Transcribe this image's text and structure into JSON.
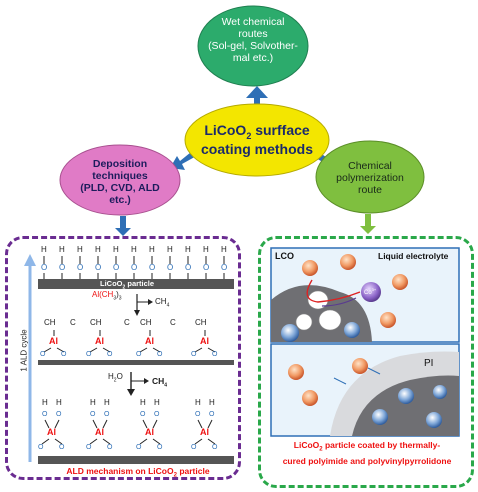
{
  "center": {
    "line1": "LiCoO",
    "sub": "2",
    "line1b": " surfface",
    "line2": "coating methods"
  },
  "wet": {
    "line1": "Wet chemical",
    "line2": "routes",
    "line3": "(Sol-gel, Solvother-",
    "line4": "mal etc.)"
  },
  "deposition": {
    "line1": "Deposition",
    "line2": "techniques",
    "line3": "(PLD, CVD, ALD",
    "line4": "etc.)"
  },
  "chemical": {
    "line1": "Chemical",
    "line2": "polymerization",
    "line3": "route"
  },
  "ald": {
    "particle_label": "LiCoO",
    "particle_sub": "2",
    "particle_suffix": " particle",
    "reagent": "Al(CH",
    "reagent_sub": "3",
    "reagent_suffix": ")",
    "reagent_sub2": "3",
    "ch4": "CH",
    "ch4_sub": "4",
    "h2o": "H",
    "h2o_sub": "2",
    "h2o_suffix": "O",
    "ch4b": "CH",
    "ch4b_sub": "4",
    "cycle_label": "1 ALD cycle",
    "caption": "ALD mechanism on LiCoO",
    "caption_sub": "2",
    "caption_suffix": " particle",
    "atom_h": "H",
    "atom_o": "O",
    "atom_al": "Al",
    "methyl": "CH",
    "methyl_sub": "3",
    "methyl_pair": "CH",
    "methyl_pair_sub": "3",
    "methyl_pair_h": " H",
    "methyl_pair_h_sub": "3",
    "methyl_pair_c": "C"
  },
  "poly": {
    "lco": "LCO",
    "electrolyte": "Liquid electrolyte",
    "pi": "PI",
    "co_ion": "Co",
    "co_sup": "3+",
    "caption_line1": "LiCoO",
    "caption_sub": "2",
    "caption_line1b": " particle coated by  thermally-",
    "caption_line2": "cured polyimide and polyvinylpyrrolidone"
  }
}
